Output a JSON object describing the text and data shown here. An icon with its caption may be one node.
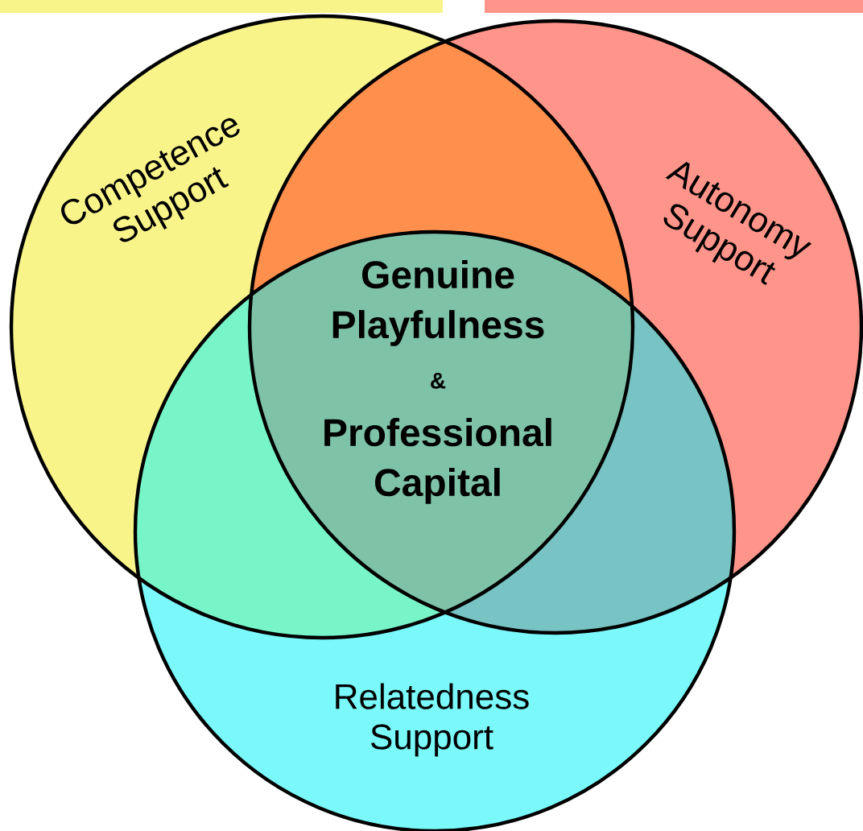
{
  "diagram": {
    "nodes": [
      {
        "text": [
          "Competence Support"
        ]
      },
      {
        "text": [
          "Autonomy Support"
        ]
      },
      {
        "text": [
          "Relatedness Support"
        ]
      }
    ],
    "labels": [
      "Genuine Playfulness",
      "&",
      "Professional Capital"
    ]
  }
}
